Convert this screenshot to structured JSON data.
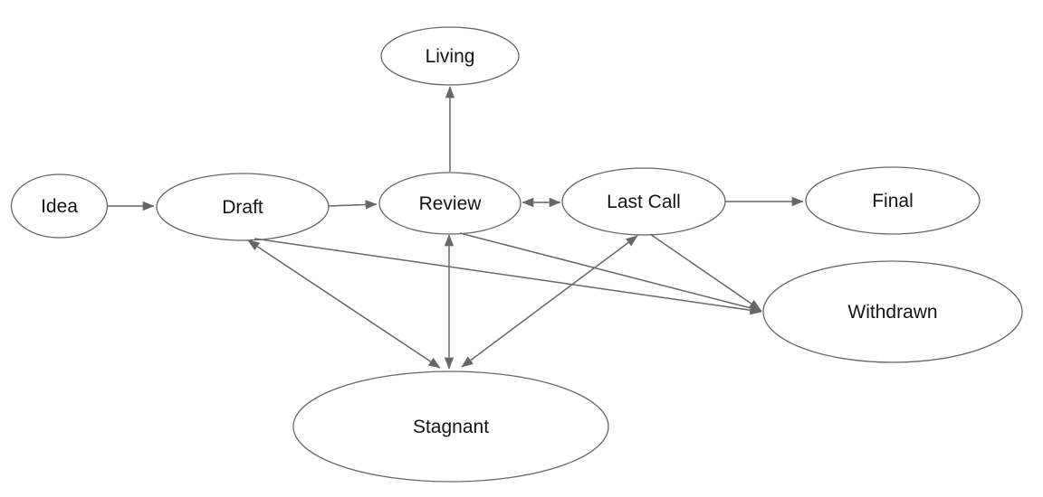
{
  "diagram": {
    "type": "state-flowchart",
    "background_color": "#ffffff",
    "node_fill_color": "#ffffff",
    "node_stroke_color": "#666666",
    "edge_color": "#666666",
    "text_color": "#141414",
    "nodes": {
      "idea": {
        "label": "Idea"
      },
      "draft": {
        "label": "Draft"
      },
      "review": {
        "label": "Review"
      },
      "living": {
        "label": "Living"
      },
      "last_call": {
        "label": "Last Call"
      },
      "final": {
        "label": "Final"
      },
      "withdrawn": {
        "label": "Withdrawn"
      },
      "stagnant": {
        "label": "Stagnant"
      }
    },
    "edges": [
      {
        "from": "Idea",
        "to": "Draft",
        "bidirectional": false
      },
      {
        "from": "Draft",
        "to": "Review",
        "bidirectional": false
      },
      {
        "from": "Review",
        "to": "Last Call",
        "bidirectional": true
      },
      {
        "from": "Last Call",
        "to": "Final",
        "bidirectional": false
      },
      {
        "from": "Review",
        "to": "Living",
        "bidirectional": false
      },
      {
        "from": "Draft",
        "to": "Stagnant",
        "bidirectional": true
      },
      {
        "from": "Review",
        "to": "Stagnant",
        "bidirectional": true
      },
      {
        "from": "Last Call",
        "to": "Stagnant",
        "bidirectional": true
      },
      {
        "from": "Draft",
        "to": "Withdrawn",
        "bidirectional": false
      },
      {
        "from": "Review",
        "to": "Withdrawn",
        "bidirectional": false
      },
      {
        "from": "Last Call",
        "to": "Withdrawn",
        "bidirectional": false
      }
    ]
  }
}
